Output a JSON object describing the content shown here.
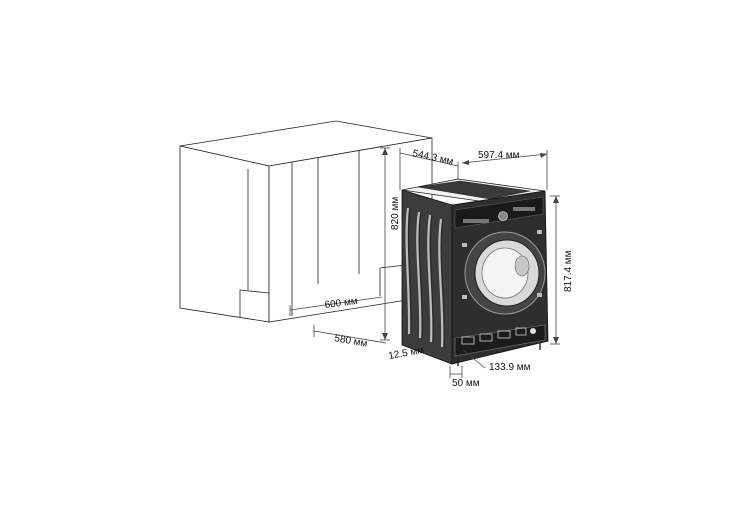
{
  "dimensions": {
    "cabinet_height": "820 мм",
    "cabinet_depth": "600 мм",
    "cabinet_inner_depth": "580 мм",
    "machine_depth": "544.3 мм",
    "machine_width": "597.4 мм",
    "machine_height": "817.4 мм",
    "gap_bottom": "12.5 мм",
    "foot_offset": "50 мм",
    "plinth_height": "133.9 мм"
  },
  "colors": {
    "line": "#222222",
    "cabinet_fill": "#ffffff",
    "machine_dark": "#2a2a2a",
    "machine_mid": "#555555",
    "dim_line": "#444444"
  }
}
